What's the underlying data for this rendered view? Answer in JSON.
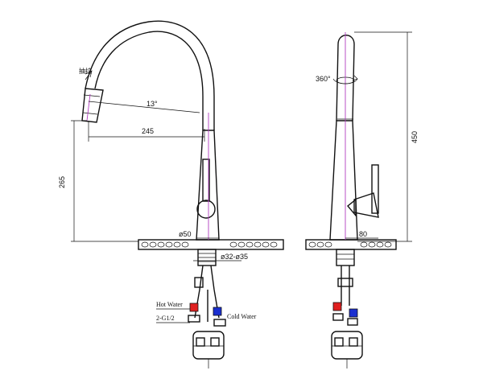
{
  "dimensions": {
    "side_angle": "13°",
    "side_reach": "245",
    "side_height": "265",
    "side_base_dia": "ø50",
    "side_thread_dia": "ø32-ø35",
    "front_rotation": "360°",
    "front_height": "450",
    "front_handle": "80"
  },
  "labels": {
    "pull_out": "抽拉",
    "hot_water": "Hot Water",
    "cold_water": "Cold Water",
    "connection": "2-G1/2"
  },
  "colors": {
    "line": "#111111",
    "centerline": "#b03cc0",
    "hot": "#e02020",
    "cold": "#1a2fd0"
  }
}
